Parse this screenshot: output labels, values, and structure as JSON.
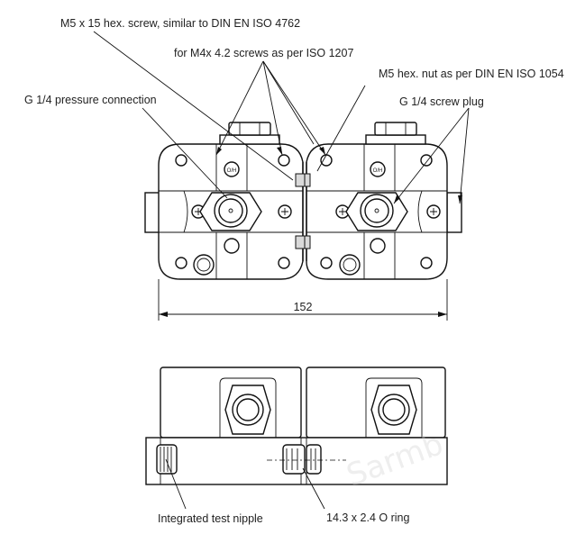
{
  "labels": {
    "screw_m5": "M5 x 15 hex. screw, similar to DIN EN ISO 4762",
    "m4_screws": "for M4x 4.2  screws as per ISO 1207",
    "m5_nut": "M5 hex. nut as per DIN EN ISO 1054",
    "pressure_connection": "G 1/4 pressure connection",
    "screw_plug": "G 1/4 screw plug",
    "dimension_width": "152",
    "test_nipple": "Integrated test nipple",
    "o_ring": "14.3 x 2.4 O ring"
  },
  "dial_marks": {
    "left": "O/H",
    "right": "O/H"
  },
  "watermark": "Sarmb"
}
